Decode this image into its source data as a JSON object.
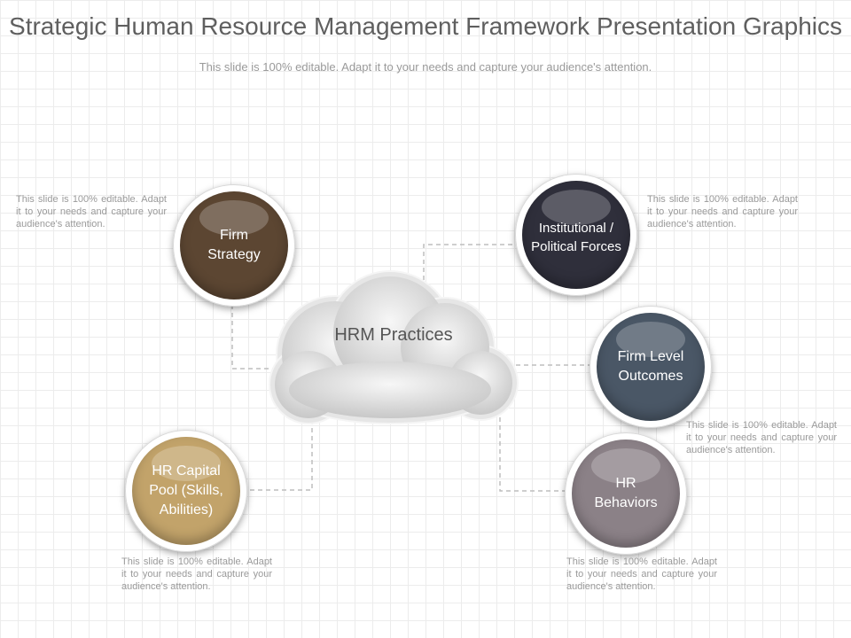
{
  "header": {
    "title": "Strategic Human Resource Management Framework Presentation Graphics",
    "subtitle": "This slide is 100% editable. Adapt it to your needs and capture your audience's attention."
  },
  "center": {
    "label": "HRM Practices"
  },
  "nodes": {
    "firm_strategy": {
      "label": "Firm Strategy",
      "color": "#5c4632"
    },
    "institutional": {
      "label": "Institutional / Political Forces",
      "color": "#2f2f3b"
    },
    "firm_level": {
      "label": "Firm Level Outcomes",
      "color": "#4a5766"
    },
    "hr_capital": {
      "label": "HR Capital Pool (Skills, Abilities)",
      "color": "#c2a36a"
    },
    "hr_behaviors": {
      "label": "HR Behaviors",
      "color": "#8b8187"
    }
  },
  "notes": {
    "top_left": "This slide is 100% editable. Adapt it to your needs and capture your audience's attention.",
    "top_right": "This slide is 100% editable. Adapt it to your needs and capture your audience's attention.",
    "middle_right": "This slide is 100% editable. Adapt it to your needs and capture your audience's attention.",
    "bottom_left": "This slide is 100% editable. Adapt it to your needs and capture your audience's attention.",
    "bottom_right": "This slide is 100% editable. Adapt it to your needs and capture your audience's attention."
  },
  "colors": {
    "connector": "#bdbdbd",
    "cloud_fill": "#cfcfcf",
    "cloud_border": "#f2f2f2"
  }
}
